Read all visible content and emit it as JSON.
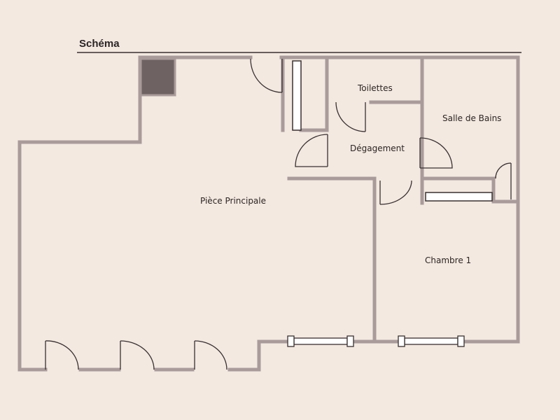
{
  "header": {
    "title": "Schéma"
  },
  "rooms": [
    {
      "id": "piece-principale",
      "label": "Pièce Principale"
    },
    {
      "id": "toilettes",
      "label": "Toilettes"
    },
    {
      "id": "salle-de-bains",
      "label": "Salle de Bains"
    },
    {
      "id": "degagement",
      "label": "Dégagement"
    },
    {
      "id": "chambre-1",
      "label": "Chambre 1"
    }
  ],
  "colors": {
    "background": "#f3e9e1",
    "wall": "#a99b9a",
    "line": "#3a3030",
    "chimney": "#6e6262"
  }
}
